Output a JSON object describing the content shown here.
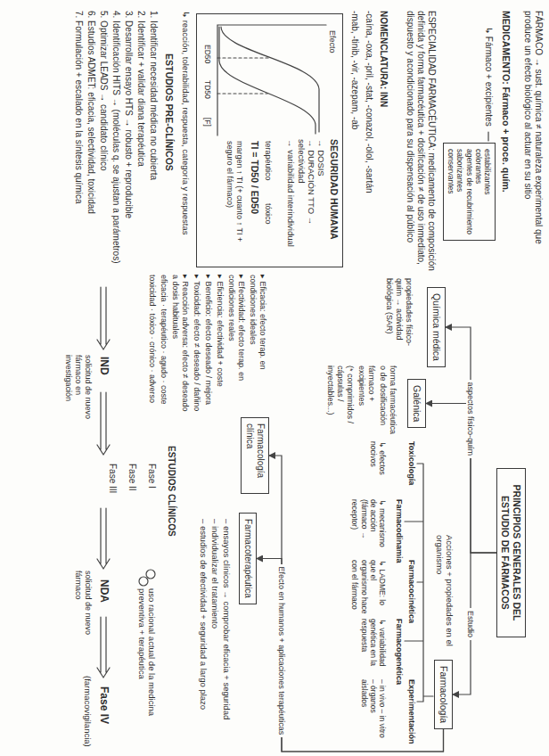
{
  "diagram": {
    "nodes": [
      {
        "text": [
          "estabilizantes",
          "colorantes",
          "agentes de recubrimiento",
          "saborizantes",
          "conservantes"
        ]
      },
      {
        "text": [
          "SEGURIDAD HUMANA",
          "→ DOSIS",
          "→ DURACIÓN TTO → selectividad",
          "→ variabilidad interindividual"
        ]
      },
      {
        "text": [
          "PRINCIPIOS GENERALES DEL ESTUDIO DE FÁRMACOS"
        ]
      },
      {
        "text": [
          "Química médica"
        ]
      },
      {
        "text": [
          "Galénica"
        ]
      },
      {
        "text": [
          "Farmacología"
        ]
      },
      {
        "text": [
          "Farmacología clínica"
        ]
      },
      {
        "text": [
          "Farmacoterapéutica"
        ]
      }
    ],
    "edges": [
      {
        "from": 2,
        "to": 3,
        "arrow": "to",
        "label": "aspectos físico-quím"
      },
      {
        "from": 2,
        "to": 4,
        "arrow": "to"
      },
      {
        "from": 2,
        "to": 5,
        "arrow": "to",
        "label": "Estudio"
      },
      {
        "from": 5,
        "to": 6,
        "arrow": "to",
        "label": "Efecto en humanos + aplicaciones terapéuticas"
      },
      {
        "from": 5,
        "to": 7,
        "arrow": "to"
      }
    ],
    "labels": [
      "FÁRMACO → sust. química ≠ naturaleza experimental que produce un efecto biológico al actuar en su sitio",
      "MEDICAMENTO: Fármaco + proce. quím.",
      "↳ Fármaco + excipientes",
      "ESPECIALIDAD FARMACÉUTICA: medicamento de composición definida y forma farmacéutica + dosificación ≠ de uso inmediato, dispuesto y acondicionado para su dispensación al público",
      "NOMENCLATURA: INN",
      "-caína, -oxa, -pril, -stat, -conazol, -olol, -sartán",
      "-mab, -tinib, -vir, -azepam, -ab",
      "Efecto",
      "ED50",
      "TD50",
      "[F]",
      "terapéutico",
      "tóxico",
      "TI = TD50 / ED50",
      "margen ↑ TI (+ cuanto ↑ TI + seguro el fármaco)",
      "↳ reacción, tolerabilidad, respuesta, categoría y respuestas",
      "ESTUDIOS PRE-CLÍNICOS",
      "1. Identificar necesidad médica no cubierta",
      "2. Identificar + validar diana terapéutica",
      "3. Desarrollar ensayo HTS → robusto + reproducible",
      "4. Identificación HITS → (moléculas q. se ajustan a parámetros)",
      "5. Optimizar LEADS → candidato clínico",
      "6. Estudios ADMET: eficacia, selectividad, toxicidad",
      "7. Formulación + escalado en la síntesis química",
      "IND",
      "solicitud de nuevo fármaco en investigación",
      "ESTUDIOS CLÍNICOS",
      "Fase I",
      "Fase II",
      "Fase III",
      "NDA",
      "solicitud de nuevo fármaco",
      "Fase IV",
      "(farmacovigilancia)",
      "Acciones + propiedades en el organismo",
      "propiedades físico-quím → actividad biológica (SAR)",
      "forma farmacéutica o de dosificación",
      "fármaco + excipientes",
      "(* comprimidos / cápsulas / inyectables...)",
      "Toxicología",
      "Farmacodinamia",
      "Farmacocinética",
      "Farmacogenética",
      "Experimentación",
      "↳ efectos nocivos",
      "↳ mecanismo de acción (fármaco → receptor)",
      "↳ LADME: lo que el organismo hace con el fármaco",
      "↳ variabilidad genética en la respuesta",
      "– in vivo – in vitro – órganos aislados",
      "▸ Eficacia: efecto terap. en condiciones ideales",
      "▸ Efectividad: efecto terap. en condiciones reales",
      "▸ Eficiencia: efectividad + coste",
      "▸ Beneficio: efecto deseado / mejora",
      "▸ Toxicidad: efecto ≠ deseado / dañino",
      "▸ Reacción adversa: efecto ≠ deseado a dosis habituales",
      "eficacia · terapéutico · agudo · coste",
      "toxicidad · tóxico · crónico · adverso",
      "– ensayos clínicos → comprobar eficacia + seguridad",
      "– individualizar el tratamiento",
      "– estudios de efectividad + seguridad a largo plazo",
      "uso racional actual de la medicina preventiva + terapéutica"
    ]
  }
}
